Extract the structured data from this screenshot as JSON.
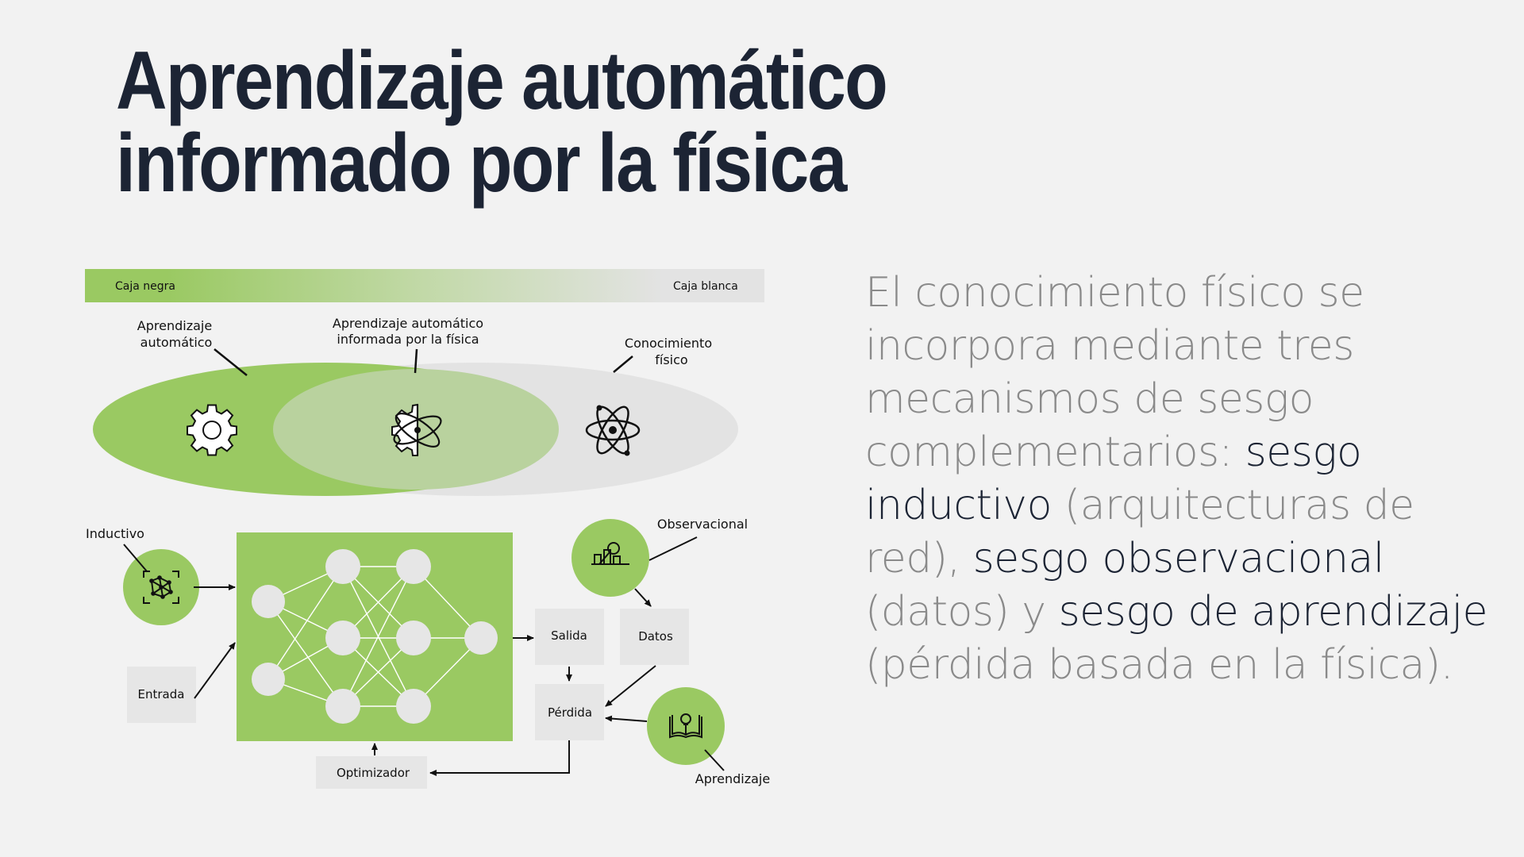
{
  "slide": {
    "title": "Aprendizaje automático informado por la física",
    "body": {
      "p1": "El conocimiento físico se incorpora mediante tres mecanismos de sesgo complementarios: ",
      "e1": "sesgo inductivo",
      "p2": " (arquitecturas de red), ",
      "e2": "sesgo observacional",
      "p3": " (datos) y ",
      "e3": "sesgo de aprendizaje",
      "p4": " (pérdida basada en la física)."
    }
  },
  "diagram": {
    "gradient_bar": {
      "left_label": "Caja negra",
      "right_label": "Caja blanca"
    },
    "spectrum": {
      "ml_label_line1": "Aprendizaje",
      "ml_label_line2": "automático",
      "piml_label_line1": "Aprendizaje automático",
      "piml_label_line2": "informada por la física",
      "physics_label_line1": "Conocimiento",
      "physics_label_line2": "físico",
      "ml_icon": "gear-icon",
      "piml_icon": "gear-atom-icon",
      "physics_icon": "atom-icon"
    },
    "pipeline": {
      "inductive_label": "Inductivo",
      "observational_label": "Observacional",
      "learning_label": "Aprendizaje",
      "input_label": "Entrada",
      "output_label": "Salida",
      "data_label": "Datos",
      "loss_label": "Pérdida",
      "optimizer_label": "Optimizador",
      "inductive_icon": "network-scan-icon",
      "observational_icon": "search-chart-icon",
      "learning_icon": "book-lightbulb-icon"
    },
    "colors": {
      "green": "#9ac962",
      "light_green": "#b9d29e",
      "gray": "#e3e3e3",
      "box_gray": "#e6e6e6",
      "title": "#1c2434",
      "body": "#8a8a8a"
    }
  }
}
